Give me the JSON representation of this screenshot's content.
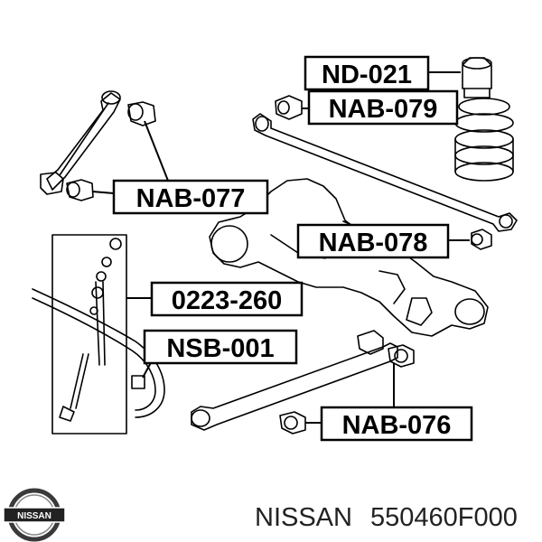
{
  "diagram": {
    "parts": [
      {
        "id": "nd-021",
        "label": "ND-021"
      },
      {
        "id": "nab-079",
        "label": "NAB-079"
      },
      {
        "id": "nab-077",
        "label": "NAB-077"
      },
      {
        "id": "nab-078",
        "label": "NAB-078"
      },
      {
        "id": "0223-260",
        "label": "0223-260"
      },
      {
        "id": "nsb-001",
        "label": "NSB-001"
      },
      {
        "id": "nab-076",
        "label": "NAB-076"
      }
    ]
  },
  "logo": {
    "text": "NISSAN"
  },
  "footer": {
    "brand": "NISSAN",
    "part_number": "550460F000"
  },
  "colors": {
    "line": "#000000",
    "logo_dark": "#3a3a3a",
    "logo_band": "#222222"
  }
}
